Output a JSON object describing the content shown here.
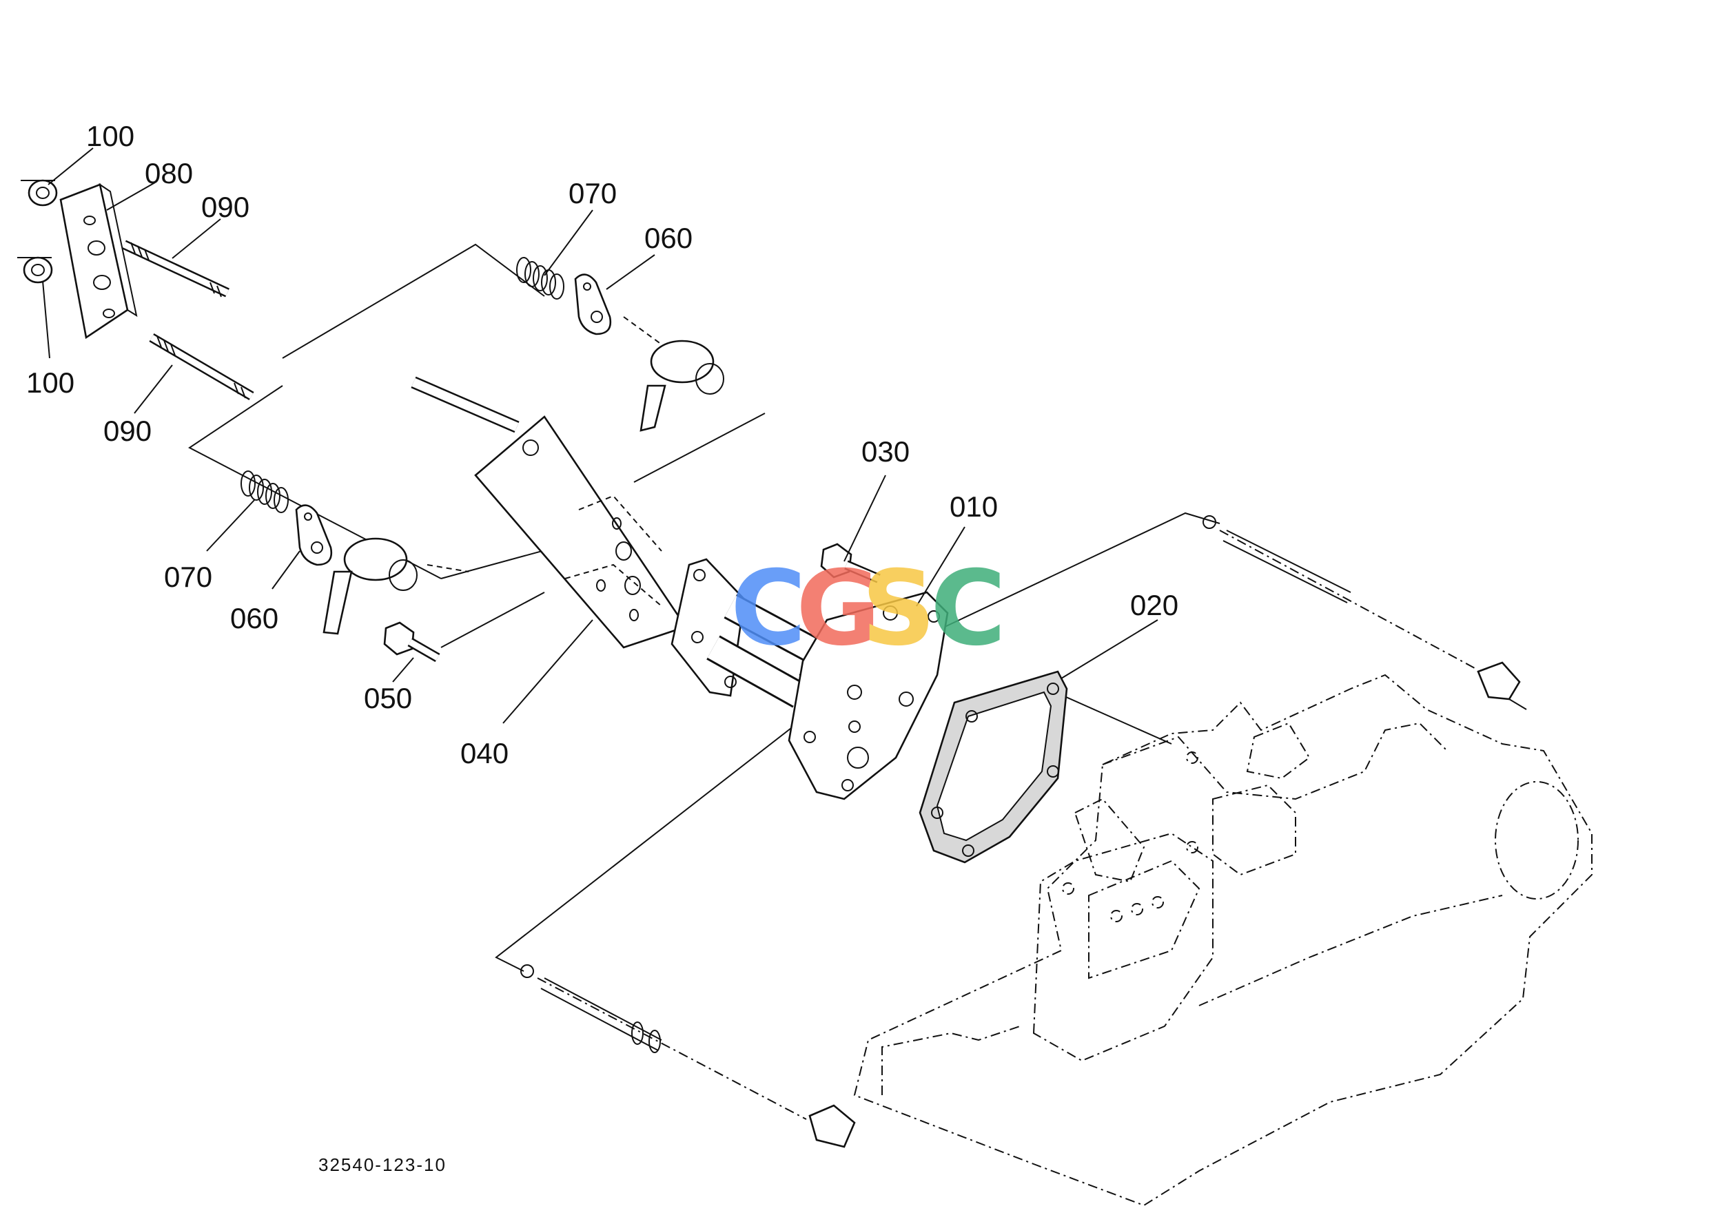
{
  "callouts": {
    "c100a": "100",
    "c080": "080",
    "c090a": "090",
    "c100b": "100",
    "c090b": "090",
    "c070a": "070",
    "c060a": "060",
    "c070b": "070",
    "c060b": "060",
    "c050": "050",
    "c040": "040",
    "c030": "030",
    "c010": "010",
    "c020": "020"
  },
  "drawing_number": "32540-123-10",
  "watermark": {
    "letters": [
      "C",
      "G",
      "S",
      "C"
    ],
    "colors": [
      "#4F8EF7",
      "#F26B5B",
      "#F7C744",
      "#3FAE7A"
    ]
  }
}
